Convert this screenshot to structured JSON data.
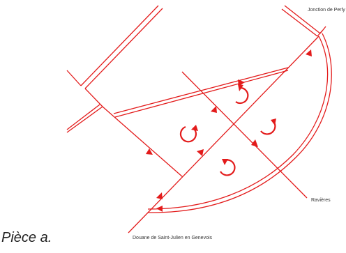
{
  "diagram": {
    "labels": {
      "north_junction": "Jonction de Perly",
      "east_end": "Ravières",
      "south_end": "Douane de Saint-Julien en Genevois"
    },
    "caption": "Pièce a.",
    "colors": {
      "road": "#e31b1b",
      "text": "#333333"
    }
  }
}
